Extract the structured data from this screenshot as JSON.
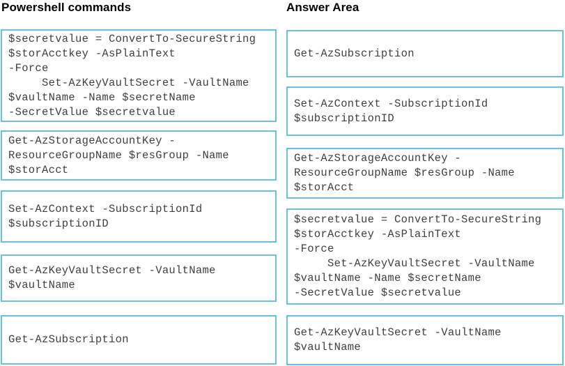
{
  "left_panel": {
    "title": "Powershell commands",
    "items": [
      {
        "code": "$secretvalue = ConvertTo-SecureString\n$storAcctkey -AsPlainText\n-Force\n     Set-AzKeyVaultSecret -VaultName\n$vaultName -Name $secretName\n-SecretValue $secretvalue"
      },
      {
        "code": "Get-AzStorageAccountKey -\nResourceGroupName $resGroup -Name\n$storAcct"
      },
      {
        "code": "Set-AzContext -SubscriptionId\n$subscriptionID"
      },
      {
        "code": "Get-AzKeyVaultSecret -VaultName\n$vaultName"
      },
      {
        "code": "Get-AzSubscription"
      }
    ]
  },
  "answer_area": {
    "title": "Answer Area",
    "items": [
      {
        "code": "Get-AzSubscription"
      },
      {
        "code": "Set-AzContext -SubscriptionId\n$subscriptionID"
      },
      {
        "code": "Get-AzStorageAccountKey -\nResourceGroupName $resGroup -Name\n$storAcct"
      },
      {
        "code": "$secretvalue = ConvertTo-SecureString\n$storAcctkey -AsPlainText\n-Force\n     Set-AzKeyVaultSecret -VaultName\n$vaultName -Name $secretName\n-SecretValue $secretvalue"
      },
      {
        "code": "Get-AzKeyVaultSecret -VaultName\n$vaultName"
      }
    ]
  },
  "colors": {
    "box_border": "#66c2e3",
    "code_text": "#3f3f3f",
    "heading_text": "#000000",
    "background": "#ffffff"
  }
}
